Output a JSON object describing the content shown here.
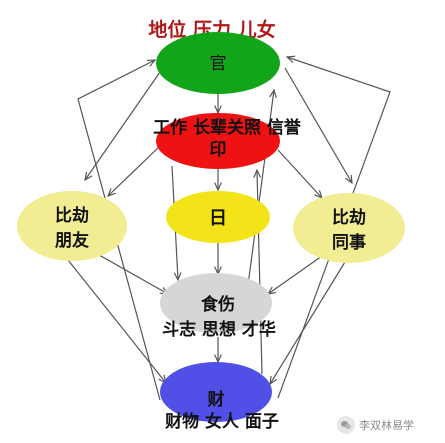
{
  "title": "地位 压力 儿女",
  "nodes": {
    "guan": {
      "label": "官",
      "color": "#12a51a"
    },
    "yin": {
      "label": "印",
      "color": "#ee1212"
    },
    "ri": {
      "label": "日",
      "color": "#f3e41a"
    },
    "bijie_left": {
      "line1": "比劫",
      "line2": "朋友",
      "color": "#f2ec92"
    },
    "bijie_right": {
      "line1": "比劫",
      "line2": "同事",
      "color": "#f2ec92"
    },
    "shishang": {
      "label": "食伤",
      "color": "#d6d6d6"
    },
    "cai": {
      "label": "财",
      "color": "#5050e8"
    }
  },
  "captions": {
    "yin": "工作 长辈关照 信誉",
    "shishang": "斗志 思想 才华",
    "cai": "财物 女人 面子"
  },
  "colors": {
    "title": "#b01818",
    "arrow": "#555555"
  },
  "watermark": {
    "text": "李双林易学"
  }
}
